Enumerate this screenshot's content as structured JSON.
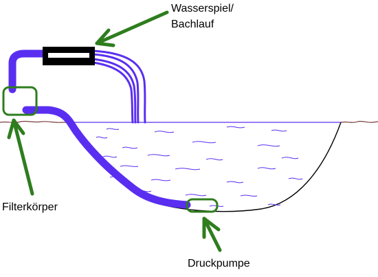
{
  "labels": {
    "wasserspiel_line1": "Wasserspiel/",
    "wasserspiel_line2": "Bachlauf",
    "filter": "Filterkörper",
    "pump": "Druckpumpe"
  },
  "colors": {
    "hose": "#5a2ef0",
    "arrow": "#2e7d1e",
    "box": "#2e7d1e",
    "water_waves": "#5a2ef0",
    "pond_edge": "#000000",
    "ground": "#7a3c3c",
    "background": "#ffffff"
  }
}
